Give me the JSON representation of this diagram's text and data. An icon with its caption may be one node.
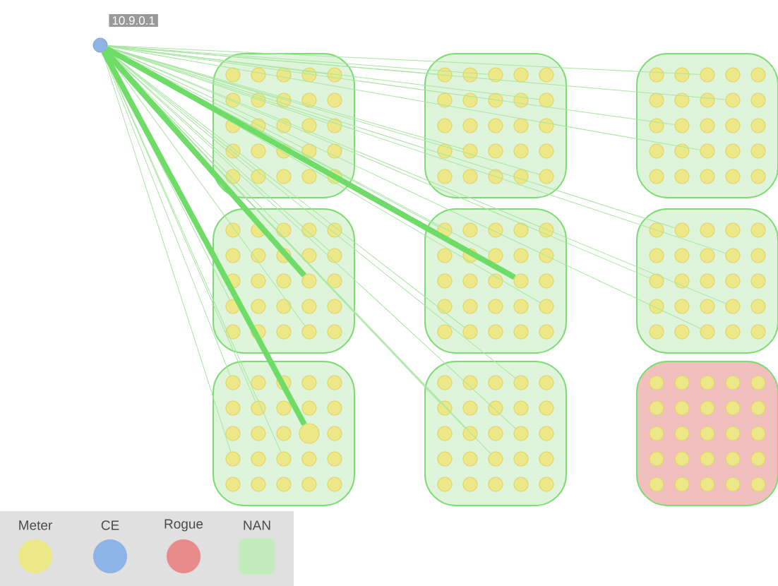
{
  "diagram": {
    "nodes": [
      {
        "text": [],
        "shape": "circle",
        "beside": [
          "10.9.0.1"
        ]
      },
      {
        "text": [],
        "shape": "box"
      },
      {
        "text": [],
        "shape": "box"
      },
      {
        "text": [],
        "shape": "box"
      },
      {
        "text": [],
        "shape": "box"
      },
      {
        "text": [],
        "shape": "box"
      },
      {
        "text": [],
        "shape": "box"
      },
      {
        "text": [],
        "shape": "box"
      },
      {
        "text": [],
        "shape": "box"
      },
      {
        "text": [],
        "shape": "box"
      },
      {
        "text": [],
        "shape": "circle",
        "in": 1
      },
      {
        "text": [],
        "shape": "circle",
        "in": 1
      },
      {
        "text": [],
        "shape": "circle",
        "in": 1
      },
      {
        "text": [],
        "shape": "circle",
        "in": 1
      },
      {
        "text": [],
        "shape": "circle",
        "in": 1
      },
      {
        "text": [],
        "shape": "circle",
        "in": 1
      },
      {
        "text": [],
        "shape": "circle",
        "in": 1
      },
      {
        "text": [],
        "shape": "circle",
        "in": 1
      },
      {
        "text": [],
        "shape": "circle",
        "in": 1
      },
      {
        "text": [],
        "shape": "circle",
        "in": 1
      },
      {
        "text": [],
        "shape": "circle",
        "in": 1
      },
      {
        "text": [],
        "shape": "circle",
        "in": 1
      },
      {
        "text": [],
        "shape": "circle",
        "in": 1
      },
      {
        "text": [],
        "shape": "circle",
        "in": 1
      },
      {
        "text": [],
        "shape": "circle",
        "in": 1
      },
      {
        "text": [],
        "shape": "circle",
        "in": 1
      },
      {
        "text": [],
        "shape": "circle",
        "in": 1
      },
      {
        "text": [],
        "shape": "circle",
        "in": 1
      },
      {
        "text": [],
        "shape": "circle",
        "in": 1
      },
      {
        "text": [],
        "shape": "circle",
        "in": 1
      },
      {
        "text": [],
        "shape": "circle",
        "in": 1
      },
      {
        "text": [],
        "shape": "circle",
        "in": 1
      },
      {
        "text": [],
        "shape": "circle",
        "in": 1
      },
      {
        "text": [],
        "shape": "circle",
        "in": 1
      },
      {
        "text": [],
        "shape": "circle",
        "in": 1
      },
      {
        "text": [],
        "shape": "circle",
        "in": 2
      },
      {
        "text": [],
        "shape": "circle",
        "in": 2
      },
      {
        "text": [],
        "shape": "circle",
        "in": 2
      },
      {
        "text": [],
        "shape": "circle",
        "in": 2
      },
      {
        "text": [],
        "shape": "circle",
        "in": 2
      },
      {
        "text": [],
        "shape": "circle",
        "in": 2
      },
      {
        "text": [],
        "shape": "circle",
        "in": 2
      },
      {
        "text": [],
        "shape": "circle",
        "in": 2
      },
      {
        "text": [],
        "shape": "circle",
        "in": 2
      },
      {
        "text": [],
        "shape": "circle",
        "in": 2
      },
      {
        "text": [],
        "shape": "circle",
        "in": 2
      },
      {
        "text": [],
        "shape": "circle",
        "in": 2
      },
      {
        "text": [],
        "shape": "circle",
        "in": 2
      },
      {
        "text": [],
        "shape": "circle",
        "in": 2
      },
      {
        "text": [],
        "shape": "circle",
        "in": 2
      },
      {
        "text": [],
        "shape": "circle",
        "in": 2
      },
      {
        "text": [],
        "shape": "circle",
        "in": 2
      },
      {
        "text": [],
        "shape": "circle",
        "in": 2
      },
      {
        "text": [],
        "shape": "circle",
        "in": 2
      },
      {
        "text": [],
        "shape": "circle",
        "in": 2
      },
      {
        "text": [],
        "shape": "circle",
        "in": 2
      },
      {
        "text": [],
        "shape": "circle",
        "in": 2
      },
      {
        "text": [],
        "shape": "circle",
        "in": 2
      },
      {
        "text": [],
        "shape": "circle",
        "in": 2
      },
      {
        "text": [],
        "shape": "circle",
        "in": 2
      },
      {
        "text": [],
        "shape": "circle",
        "in": 3
      },
      {
        "text": [],
        "shape": "circle",
        "in": 3
      },
      {
        "text": [],
        "shape": "circle",
        "in": 3
      },
      {
        "text": [],
        "shape": "circle",
        "in": 3
      },
      {
        "text": [],
        "shape": "circle",
        "in": 3
      },
      {
        "text": [],
        "shape": "circle",
        "in": 3
      },
      {
        "text": [],
        "shape": "circle",
        "in": 3
      },
      {
        "text": [],
        "shape": "circle",
        "in": 3
      },
      {
        "text": [],
        "shape": "circle",
        "in": 3
      },
      {
        "text": [],
        "shape": "circle",
        "in": 3
      },
      {
        "text": [],
        "shape": "circle",
        "in": 3
      },
      {
        "text": [],
        "shape": "circle",
        "in": 3
      },
      {
        "text": [],
        "shape": "circle",
        "in": 3
      },
      {
        "text": [],
        "shape": "circle",
        "in": 3
      },
      {
        "text": [],
        "shape": "circle",
        "in": 3
      },
      {
        "text": [],
        "shape": "circle",
        "in": 3
      },
      {
        "text": [],
        "shape": "circle",
        "in": 3
      },
      {
        "text": [],
        "shape": "circle",
        "in": 3
      },
      {
        "text": [],
        "shape": "circle",
        "in": 3
      },
      {
        "text": [],
        "shape": "circle",
        "in": 3
      },
      {
        "text": [],
        "shape": "circle",
        "in": 3
      },
      {
        "text": [],
        "shape": "circle",
        "in": 3
      },
      {
        "text": [],
        "shape": "circle",
        "in": 3
      },
      {
        "text": [],
        "shape": "circle",
        "in": 3
      },
      {
        "text": [],
        "shape": "circle",
        "in": 3
      },
      {
        "text": [],
        "shape": "circle",
        "in": 4
      },
      {
        "text": [],
        "shape": "circle",
        "in": 4
      },
      {
        "text": [],
        "shape": "circle",
        "in": 4
      },
      {
        "text": [],
        "shape": "circle",
        "in": 4
      },
      {
        "text": [],
        "shape": "circle",
        "in": 4
      },
      {
        "text": [],
        "shape": "circle",
        "in": 4
      },
      {
        "text": [],
        "shape": "circle",
        "in": 4
      },
      {
        "text": [],
        "shape": "circle",
        "in": 4
      },
      {
        "text": [],
        "shape": "circle",
        "in": 4
      },
      {
        "text": [],
        "shape": "circle",
        "in": 4
      },
      {
        "text": [],
        "shape": "circle",
        "in": 4
      },
      {
        "text": [],
        "shape": "circle",
        "in": 4
      },
      {
        "text": [],
        "shape": "circle",
        "in": 4
      },
      {
        "text": [],
        "shape": "circle",
        "in": 4
      },
      {
        "text": [],
        "shape": "circle",
        "in": 4
      },
      {
        "text": [],
        "shape": "circle",
        "in": 4
      },
      {
        "text": [],
        "shape": "circle",
        "in": 4
      },
      {
        "text": [],
        "shape": "circle",
        "in": 4
      },
      {
        "text": [],
        "shape": "circle",
        "in": 4
      },
      {
        "text": [],
        "shape": "circle",
        "in": 4
      },
      {
        "text": [],
        "shape": "circle",
        "in": 4
      },
      {
        "text": [],
        "shape": "circle",
        "in": 4
      },
      {
        "text": [],
        "shape": "circle",
        "in": 4
      },
      {
        "text": [],
        "shape": "circle",
        "in": 4
      },
      {
        "text": [],
        "shape": "circle",
        "in": 4
      },
      {
        "text": [],
        "shape": "circle",
        "in": 5
      },
      {
        "text": [],
        "shape": "circle",
        "in": 5
      },
      {
        "text": [],
        "shape": "circle",
        "in": 5
      },
      {
        "text": [],
        "shape": "circle",
        "in": 5
      },
      {
        "text": [],
        "shape": "circle",
        "in": 5
      },
      {
        "text": [],
        "shape": "circle",
        "in": 5
      },
      {
        "text": [],
        "shape": "circle",
        "in": 5
      },
      {
        "text": [],
        "shape": "circle",
        "in": 5
      },
      {
        "text": [],
        "shape": "circle",
        "in": 5
      },
      {
        "text": [],
        "shape": "circle",
        "in": 5
      },
      {
        "text": [],
        "shape": "circle",
        "in": 5
      },
      {
        "text": [],
        "shape": "circle",
        "in": 5
      },
      {
        "text": [],
        "shape": "circle",
        "in": 5
      },
      {
        "text": [],
        "shape": "circle",
        "in": 5
      },
      {
        "text": [],
        "shape": "circle",
        "in": 5
      },
      {
        "text": [],
        "shape": "circle",
        "in": 5
      },
      {
        "text": [],
        "shape": "circle",
        "in": 5
      },
      {
        "text": [],
        "shape": "circle",
        "in": 5
      },
      {
        "text": [],
        "shape": "circle",
        "in": 5
      },
      {
        "text": [],
        "shape": "circle",
        "in": 5
      },
      {
        "text": [],
        "shape": "circle",
        "in": 5
      },
      {
        "text": [],
        "shape": "circle",
        "in": 5
      },
      {
        "text": [],
        "shape": "circle",
        "in": 5
      },
      {
        "text": [],
        "shape": "circle",
        "in": 5
      },
      {
        "text": [],
        "shape": "circle",
        "in": 5
      },
      {
        "text": [],
        "shape": "circle",
        "in": 6
      },
      {
        "text": [],
        "shape": "circle",
        "in": 6
      },
      {
        "text": [],
        "shape": "circle",
        "in": 6
      },
      {
        "text": [],
        "shape": "circle",
        "in": 6
      },
      {
        "text": [],
        "shape": "circle",
        "in": 6
      },
      {
        "text": [],
        "shape": "circle",
        "in": 6
      },
      {
        "text": [],
        "shape": "circle",
        "in": 6
      },
      {
        "text": [],
        "shape": "circle",
        "in": 6
      },
      {
        "text": [],
        "shape": "circle",
        "in": 6
      },
      {
        "text": [],
        "shape": "circle",
        "in": 6
      },
      {
        "text": [],
        "shape": "circle",
        "in": 6
      },
      {
        "text": [],
        "shape": "circle",
        "in": 6
      },
      {
        "text": [],
        "shape": "circle",
        "in": 6
      },
      {
        "text": [],
        "shape": "circle",
        "in": 6
      },
      {
        "text": [],
        "shape": "circle",
        "in": 6
      },
      {
        "text": [],
        "shape": "circle",
        "in": 6
      },
      {
        "text": [],
        "shape": "circle",
        "in": 6
      },
      {
        "text": [],
        "shape": "circle",
        "in": 6
      },
      {
        "text": [],
        "shape": "circle",
        "in": 6
      },
      {
        "text": [],
        "shape": "circle",
        "in": 6
      },
      {
        "text": [],
        "shape": "circle",
        "in": 6
      },
      {
        "text": [],
        "shape": "circle",
        "in": 6
      },
      {
        "text": [],
        "shape": "circle",
        "in": 6
      },
      {
        "text": [],
        "shape": "circle",
        "in": 6
      },
      {
        "text": [],
        "shape": "circle",
        "in": 6
      },
      {
        "text": [],
        "shape": "circle",
        "in": 7
      },
      {
        "text": [],
        "shape": "circle",
        "in": 7
      },
      {
        "text": [],
        "shape": "circle",
        "in": 7
      },
      {
        "text": [],
        "shape": "circle",
        "in": 7
      },
      {
        "text": [],
        "shape": "circle",
        "in": 7
      },
      {
        "text": [],
        "shape": "circle",
        "in": 7
      },
      {
        "text": [],
        "shape": "circle",
        "in": 7
      },
      {
        "text": [],
        "shape": "circle",
        "in": 7
      },
      {
        "text": [],
        "shape": "circle",
        "in": 7
      },
      {
        "text": [],
        "shape": "circle",
        "in": 7
      },
      {
        "text": [],
        "shape": "circle",
        "in": 7
      },
      {
        "text": [],
        "shape": "circle",
        "in": 7
      },
      {
        "text": [],
        "shape": "circle",
        "in": 7
      },
      {
        "text": [],
        "shape": "circle",
        "in": 7
      },
      {
        "text": [],
        "shape": "circle",
        "in": 7
      },
      {
        "text": [],
        "shape": "circle",
        "in": 7
      },
      {
        "text": [],
        "shape": "circle",
        "in": 7
      },
      {
        "text": [],
        "shape": "circle",
        "in": 7
      },
      {
        "text": [],
        "shape": "circle",
        "in": 7
      },
      {
        "text": [],
        "shape": "circle",
        "in": 7
      },
      {
        "text": [],
        "shape": "circle",
        "in": 7
      },
      {
        "text": [],
        "shape": "circle",
        "in": 7
      },
      {
        "text": [],
        "shape": "circle",
        "in": 7
      },
      {
        "text": [],
        "shape": "circle",
        "in": 7
      },
      {
        "text": [],
        "shape": "circle",
        "in": 7
      },
      {
        "text": [],
        "shape": "circle",
        "in": 8
      },
      {
        "text": [],
        "shape": "circle",
        "in": 8
      },
      {
        "text": [],
        "shape": "circle",
        "in": 8
      },
      {
        "text": [],
        "shape": "circle",
        "in": 8
      },
      {
        "text": [],
        "shape": "circle",
        "in": 8
      },
      {
        "text": [],
        "shape": "circle",
        "in": 8
      },
      {
        "text": [],
        "shape": "circle",
        "in": 8
      },
      {
        "text": [],
        "shape": "circle",
        "in": 8
      },
      {
        "text": [],
        "shape": "circle",
        "in": 8
      },
      {
        "text": [],
        "shape": "circle",
        "in": 8
      },
      {
        "text": [],
        "shape": "circle",
        "in": 8
      },
      {
        "text": [],
        "shape": "circle",
        "in": 8
      },
      {
        "text": [],
        "shape": "circle",
        "in": 8
      },
      {
        "text": [],
        "shape": "circle",
        "in": 8
      },
      {
        "text": [],
        "shape": "circle",
        "in": 8
      },
      {
        "text": [],
        "shape": "circle",
        "in": 8
      },
      {
        "text": [],
        "shape": "circle",
        "in": 8
      },
      {
        "text": [],
        "shape": "circle",
        "in": 8
      },
      {
        "text": [],
        "shape": "circle",
        "in": 8
      },
      {
        "text": [],
        "shape": "circle",
        "in": 8
      },
      {
        "text": [],
        "shape": "circle",
        "in": 8
      },
      {
        "text": [],
        "shape": "circle",
        "in": 8
      },
      {
        "text": [],
        "shape": "circle",
        "in": 8
      },
      {
        "text": [],
        "shape": "circle",
        "in": 8
      },
      {
        "text": [],
        "shape": "circle",
        "in": 8
      },
      {
        "text": [],
        "shape": "circle",
        "in": 9
      },
      {
        "text": [],
        "shape": "circle",
        "in": 9
      },
      {
        "text": [],
        "shape": "circle",
        "in": 9
      },
      {
        "text": [],
        "shape": "circle",
        "in": 9
      },
      {
        "text": [],
        "shape": "circle",
        "in": 9
      },
      {
        "text": [],
        "shape": "circle",
        "in": 9
      },
      {
        "text": [],
        "shape": "circle",
        "in": 9
      },
      {
        "text": [],
        "shape": "circle",
        "in": 9
      },
      {
        "text": [],
        "shape": "circle",
        "in": 9
      },
      {
        "text": [],
        "shape": "circle",
        "in": 9
      },
      {
        "text": [],
        "shape": "circle",
        "in": 9
      },
      {
        "text": [],
        "shape": "circle",
        "in": 9
      },
      {
        "text": [],
        "shape": "circle",
        "in": 9
      },
      {
        "text": [],
        "shape": "circle",
        "in": 9
      },
      {
        "text": [],
        "shape": "circle",
        "in": 9
      },
      {
        "text": [],
        "shape": "circle",
        "in": 9
      },
      {
        "text": [],
        "shape": "circle",
        "in": 9
      },
      {
        "text": [],
        "shape": "circle",
        "in": 9
      },
      {
        "text": [],
        "shape": "circle",
        "in": 9
      },
      {
        "text": [],
        "shape": "circle",
        "in": 9
      },
      {
        "text": [],
        "shape": "circle",
        "in": 9
      },
      {
        "text": [],
        "shape": "circle",
        "in": 9
      },
      {
        "text": [],
        "shape": "circle",
        "in": 9
      },
      {
        "text": [],
        "shape": "circle",
        "in": 9
      },
      {
        "text": [],
        "shape": "circle",
        "in": 9
      }
    ],
    "edges": [
      {
        "from": 0,
        "to": 14,
        "arrow": "none"
      },
      {
        "from": 0,
        "to": 17,
        "arrow": "none"
      },
      {
        "from": 0,
        "to": 24,
        "arrow": "none"
      },
      {
        "from": 0,
        "to": 28,
        "arrow": "none"
      },
      {
        "from": 0,
        "to": 31,
        "arrow": "none"
      },
      {
        "from": 0,
        "to": 35,
        "arrow": "none"
      },
      {
        "from": 0,
        "to": 37,
        "arrow": "none"
      },
      {
        "from": 0,
        "to": 44,
        "arrow": "none"
      },
      {
        "from": 0,
        "to": 51,
        "arrow": "none"
      },
      {
        "from": 0,
        "to": 59,
        "arrow": "none"
      },
      {
        "from": 0,
        "to": 62,
        "arrow": "none"
      },
      {
        "from": 0,
        "to": 68,
        "arrow": "none"
      },
      {
        "from": 0,
        "to": 71,
        "arrow": "none"
      },
      {
        "from": 0,
        "to": 77,
        "arrow": "none"
      },
      {
        "from": 0,
        "to": 87,
        "arrow": "none"
      },
      {
        "from": 0,
        "to": 94,
        "arrow": "none"
      },
      {
        "from": 0,
        "to": 100,
        "arrow": "none"
      },
      {
        "from": 0,
        "to": 108,
        "arrow": "none"
      },
      {
        "from": 0,
        "to": 110,
        "arrow": "none"
      },
      {
        "from": 0,
        "to": 117,
        "arrow": "none"
      },
      {
        "from": 0,
        "to": 129,
        "arrow": "none"
      },
      {
        "from": 0,
        "to": 131,
        "arrow": "none"
      },
      {
        "from": 0,
        "to": 136,
        "arrow": "none"
      },
      {
        "from": 0,
        "to": 143,
        "arrow": "none"
      },
      {
        "from": 0,
        "to": 145,
        "arrow": "none"
      },
      {
        "from": 0,
        "to": 153,
        "arrow": "none"
      },
      {
        "from": 0,
        "to": 157,
        "arrow": "none"
      },
      {
        "from": 0,
        "to": 160,
        "arrow": "none"
      },
      {
        "from": 0,
        "to": 166,
        "arrow": "none"
      },
      {
        "from": 0,
        "to": 175,
        "arrow": "none"
      },
      {
        "from": 0,
        "to": 177,
        "arrow": "none"
      },
      {
        "from": 0,
        "to": 188,
        "arrow": "none"
      },
      {
        "from": 0,
        "to": 190,
        "arrow": "none"
      },
      {
        "from": 0,
        "to": 196,
        "arrow": "none"
      },
      {
        "from": 0,
        "to": 198,
        "arrow": "none"
      },
      {
        "from": 0,
        "to": 202,
        "arrow": "none"
      },
      {
        "from": 0,
        "to": 123,
        "arrow": "none",
        "style": "thick",
        "color": "#6fdc68"
      },
      {
        "from": 0,
        "to": 98,
        "arrow": "none",
        "style": "thick",
        "color": "#6fdc68"
      },
      {
        "from": 0,
        "to": 173,
        "arrow": "none",
        "style": "thick",
        "color": "#6fdc68"
      }
    ],
    "legend": [
      {
        "text": "Meter",
        "color": "#ece887"
      },
      {
        "text": "CE",
        "color": "#8db4e6"
      },
      {
        "text": "Rogue",
        "color": "#e88b8b"
      },
      {
        "text": "NAN",
        "color": "#c3ebbd"
      }
    ]
  }
}
